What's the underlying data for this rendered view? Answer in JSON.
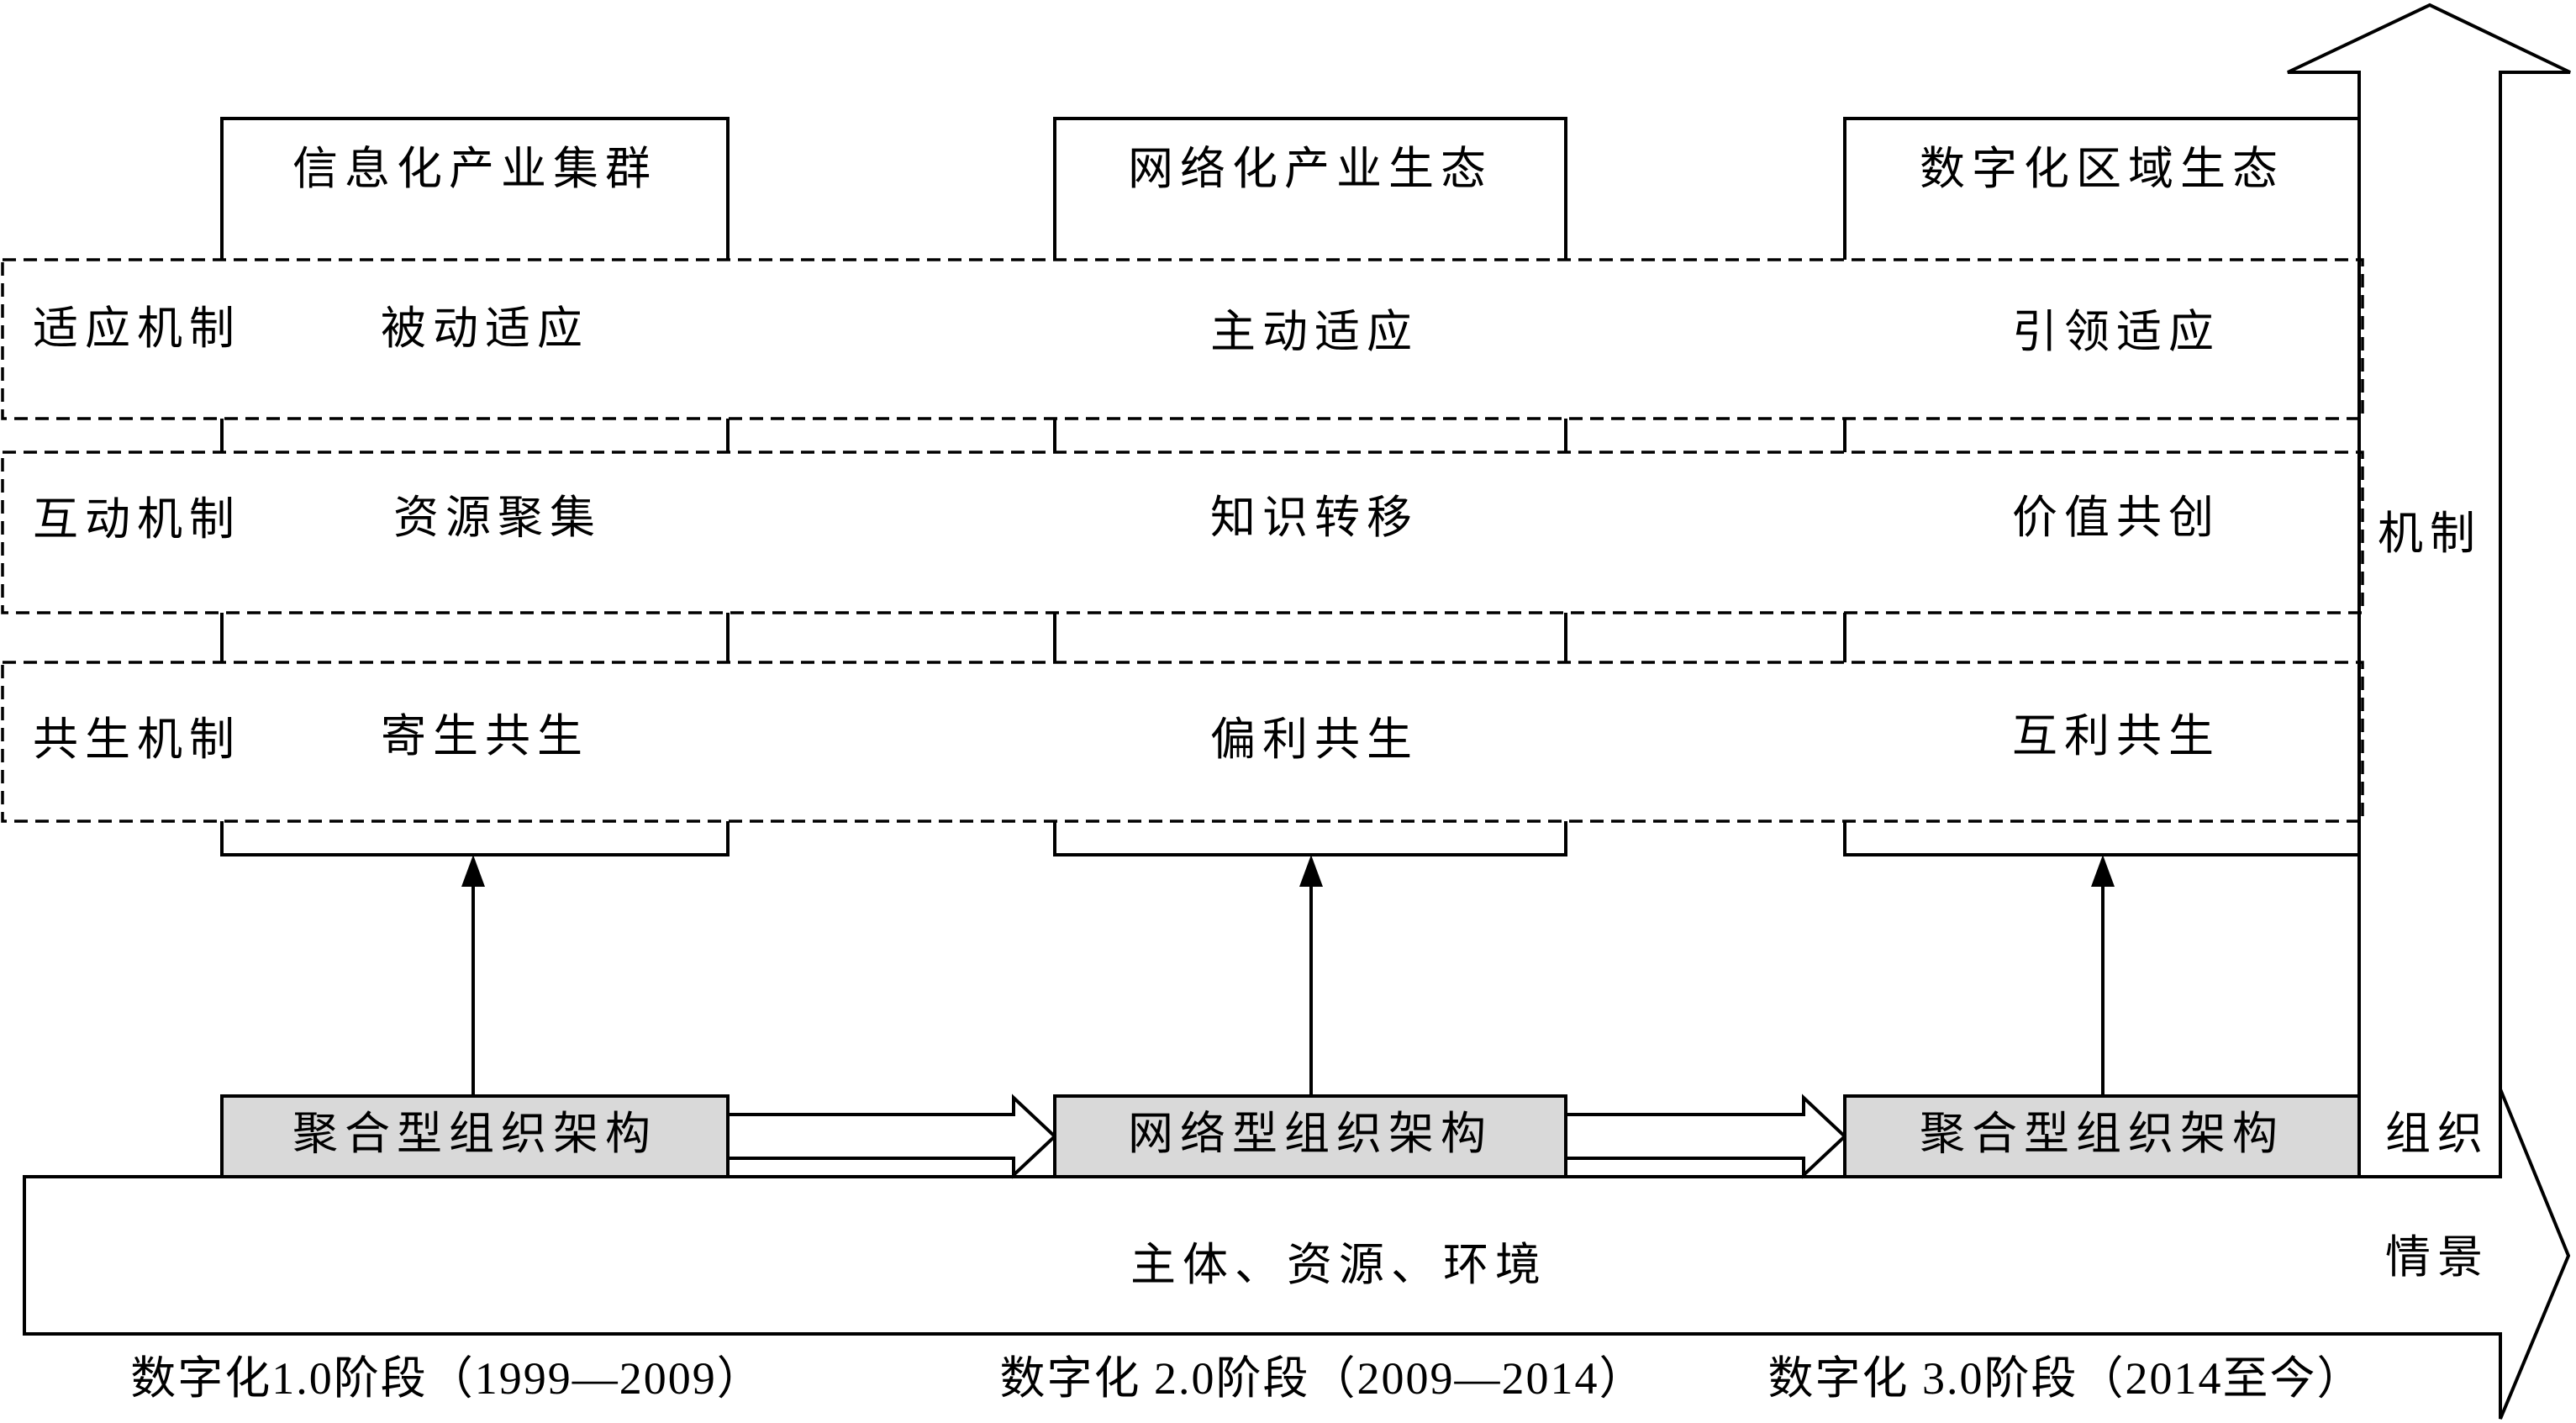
{
  "levels": [
    "信息化产业集群",
    "网络化产业生态",
    "数字化区域生态"
  ],
  "mechanisms": [
    {
      "label": "适应机制",
      "values": [
        "被动适应",
        "主动适应",
        "引领适应"
      ]
    },
    {
      "label": "互动机制",
      "values": [
        "资源聚集",
        "知识转移",
        "价值共创"
      ]
    },
    {
      "label": "共生机制",
      "values": [
        "寄生共生",
        "偏利共生",
        "互利共生"
      ]
    }
  ],
  "organizations": [
    "聚合型组织架构",
    "网络型组织架构",
    "聚合型组织架构"
  ],
  "dimensions": {
    "mechanism": "机制",
    "organization": "组织",
    "scenario": "情景"
  },
  "scenario_elements": "主体、资源、环境",
  "stages": [
    "数字化1.0阶段（1999—2009）",
    "数字化 2.0阶段（2009—2014）",
    "数字化 3.0阶段（2014至今）"
  ],
  "colors": {
    "line": "#000000",
    "org_box_fill": "#d9d9d9",
    "background": "#ffffff"
  }
}
